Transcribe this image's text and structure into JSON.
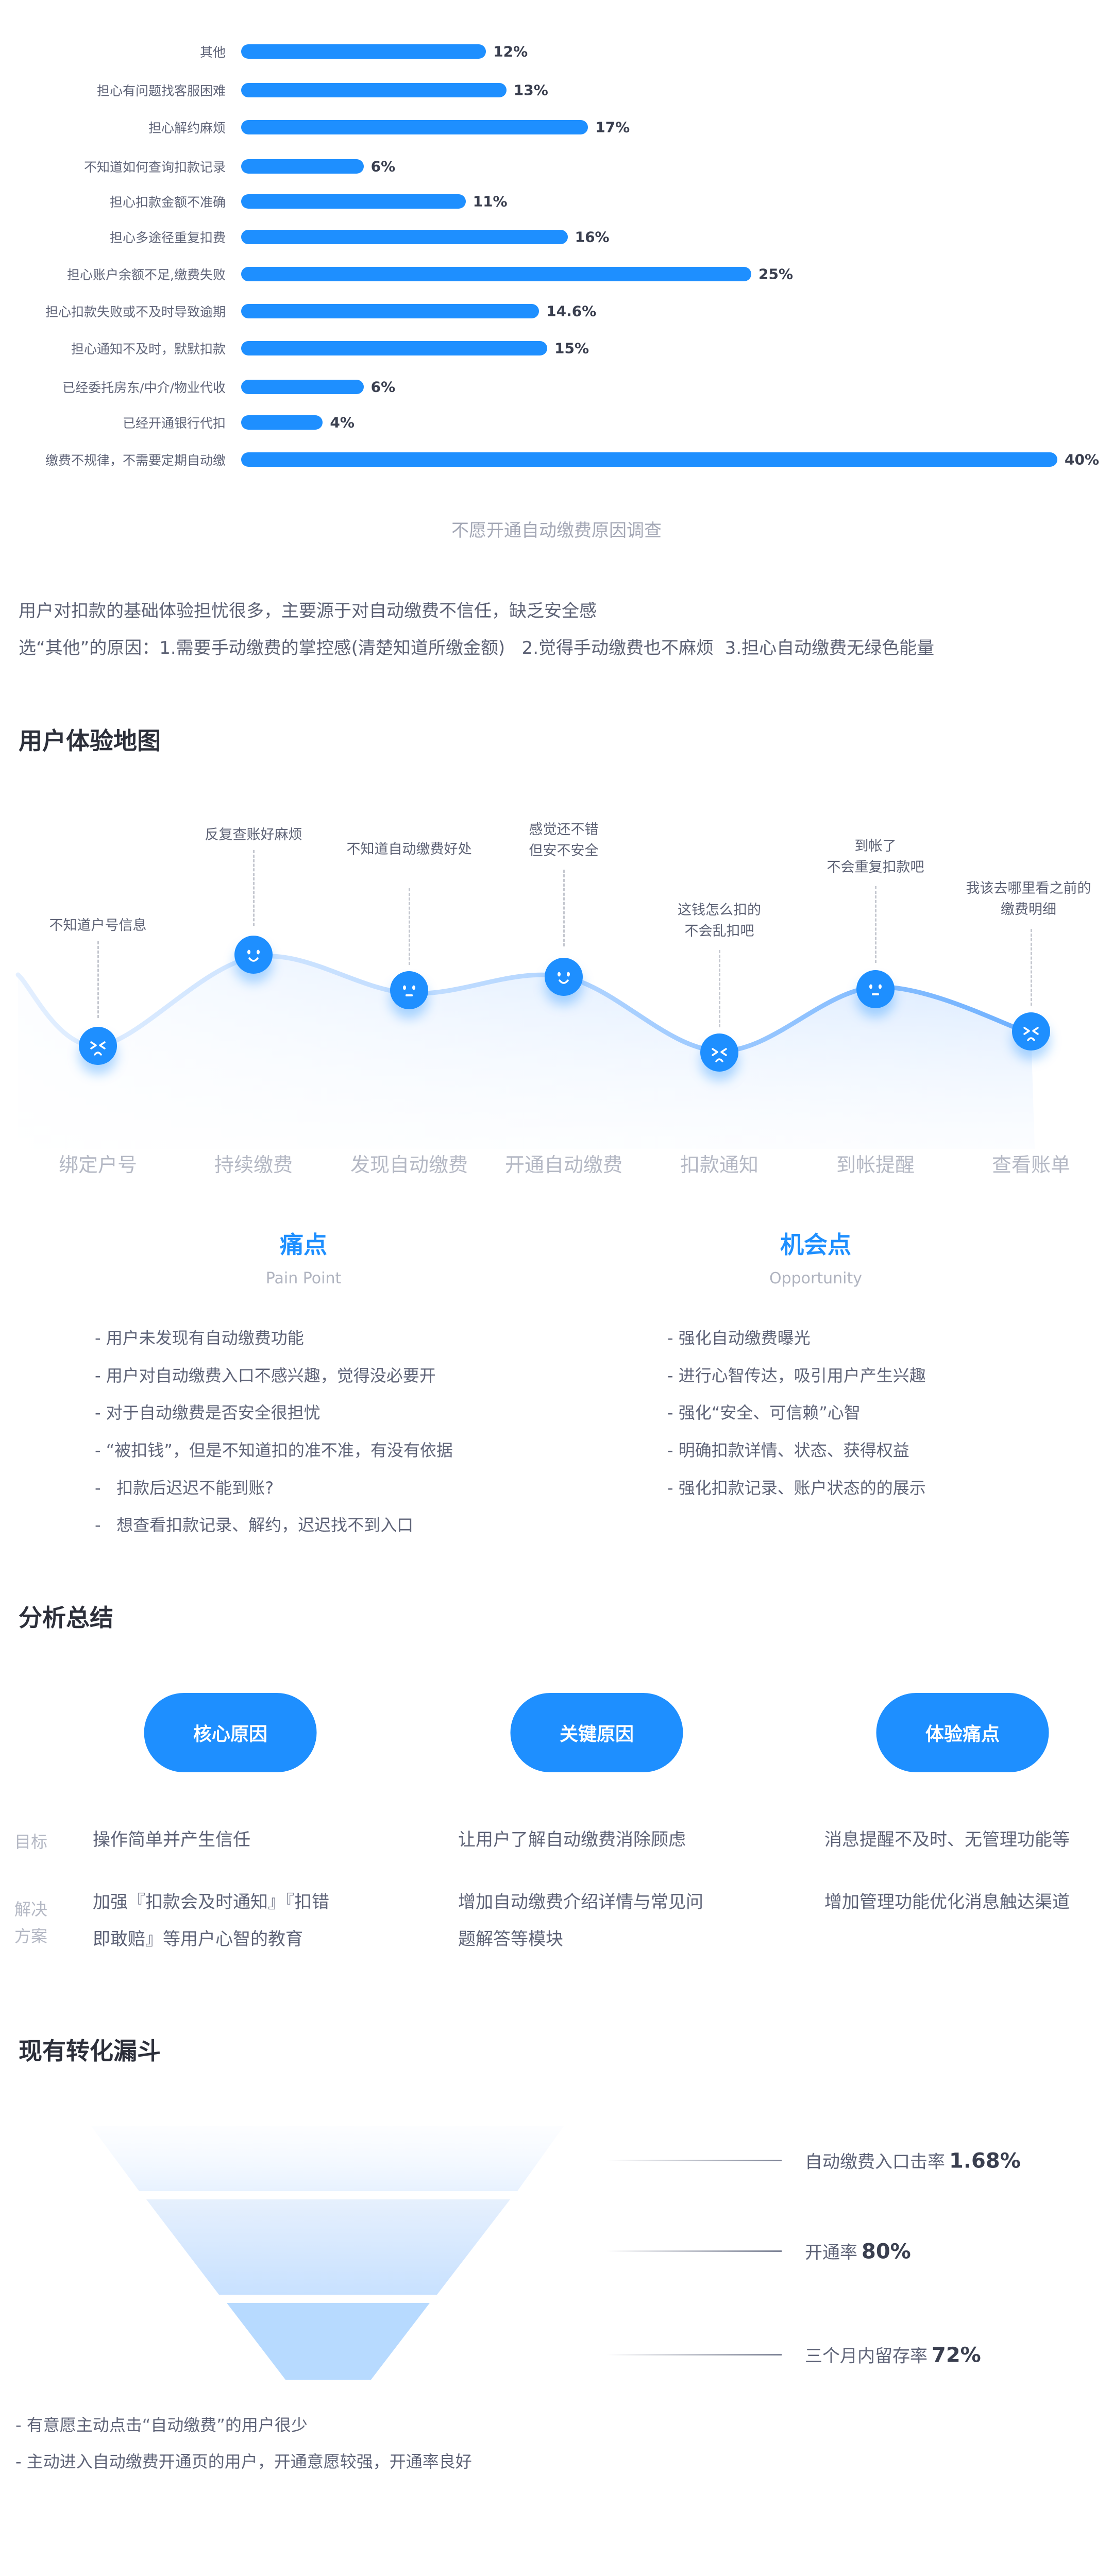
{
  "chart_data": {
    "type": "bar",
    "orientation": "horizontal",
    "title": "不愿开通自动缴费原因调查",
    "categories": [
      "其他",
      "担心有问题找客服困难",
      "担心解约麻烦",
      "不知道如何查询扣款记录",
      "担心扣款金额不准确",
      "担心多途径重复扣费",
      "担心账户余额不足,缴费失败",
      "担心扣款失败或不及时导致逾期",
      "担心通知不及时，默默扣款",
      "已经委托房东/中介/物业代收",
      "已经开通银行代扣",
      "缴费不规律，不需要定期自动缴"
    ],
    "values": [
      12,
      13,
      17,
      6,
      11,
      16,
      25,
      14.6,
      15,
      6,
      4,
      40
    ],
    "value_labels": [
      "12%",
      "13%",
      "17%",
      "6%",
      "11%",
      "16%",
      "25%",
      "14.6%",
      "15%",
      "6%",
      "4%",
      "40%"
    ],
    "unit": "%",
    "xlim": [
      0,
      40
    ],
    "bar_color": "#1e8fff"
  },
  "survey": {
    "summary_1": "用户对扣款的基础体验担忧很多，主要源于对自动缴费不信任，缺乏安全感",
    "summary_2": "选“其他”的原因：1.需要手动缴费的掌控感(清楚知道所缴金额)   2.觉得手动缴费也不麻烦  3.担心自动缴费无绿色能量"
  },
  "journey": {
    "title": "用户体验地图",
    "stages": [
      {
        "label": "绑定户号",
        "mood": "sad",
        "comment": [
          "不知道户号信息"
        ]
      },
      {
        "label": "持续缴费",
        "mood": "happy",
        "comment": [
          "反复查账好麻烦"
        ]
      },
      {
        "label": "发现自动缴费",
        "mood": "neutral",
        "comment": [
          "不知道自动缴费好处"
        ]
      },
      {
        "label": "开通自动缴费",
        "mood": "happy",
        "comment": [
          "感觉还不错",
          "但安不安全"
        ]
      },
      {
        "label": "扣款通知",
        "mood": "sad",
        "comment": [
          "这钱怎么扣的",
          "不会乱扣吧"
        ]
      },
      {
        "label": "到帐提醒",
        "mood": "neutral",
        "comment": [
          "到帐了",
          "不会重复扣款吧"
        ]
      },
      {
        "label": "查看账单",
        "mood": "sad",
        "comment": [
          "我该去哪里看之前的",
          "缴费明细"
        ]
      }
    ]
  },
  "pain_points": {
    "title": "痛点",
    "subtitle": "Pain Point",
    "items": [
      "- 用户未发现有自动缴费功能",
      "- 用户对自动缴费入口不感兴趣，觉得没必要开",
      "- 对于自动缴费是否安全很担忧",
      "- “被扣钱”，但是不知道扣的准不准，有没有依据",
      "-   扣款后迟迟不能到账?",
      "-   想查看扣款记录、解约，迟迟找不到入口"
    ]
  },
  "opportunities": {
    "title": "机会点",
    "subtitle": "Opportunity",
    "items": [
      "- 强化自动缴费曝光",
      "- 进行心智传达，吸引用户产生兴趣",
      "- 强化“安全、可信赖”心智",
      "- 明确扣款详情、状态、获得权益",
      "- 强化扣款记录、账户状态的的展示"
    ]
  },
  "analysis": {
    "title": "分析总结",
    "columns": [
      "核心原因",
      "关键原因",
      "体验痛点"
    ],
    "goal_label": "目标",
    "solution_label": [
      "解决",
      "方案"
    ],
    "goals": [
      "操作简单并产生信任",
      "让用户了解自动缴费消除顾虑",
      "消息提醒不及时、无管理功能等"
    ],
    "solutions": [
      [
        "加强『扣款会及时通知』『扣错",
        "即敢赔』等用户心智的教育"
      ],
      [
        "增加自动缴费介绍详情与常见问",
        "题解答等模块"
      ],
      [
        "增加管理功能优化消息触达渠道"
      ]
    ]
  },
  "funnel": {
    "title": "现有转化漏斗",
    "stages": [
      {
        "label": "自动缴费入口击率",
        "value": "1.68%"
      },
      {
        "label": "开通率",
        "value": "80%"
      },
      {
        "label": "三个月内留存率",
        "value": "72%"
      }
    ],
    "notes": [
      "- 有意愿主动点击“自动缴费”的用户很少",
      "- 主动进入自动缴费开通页的用户，开通意愿较强，开通率良好"
    ]
  }
}
